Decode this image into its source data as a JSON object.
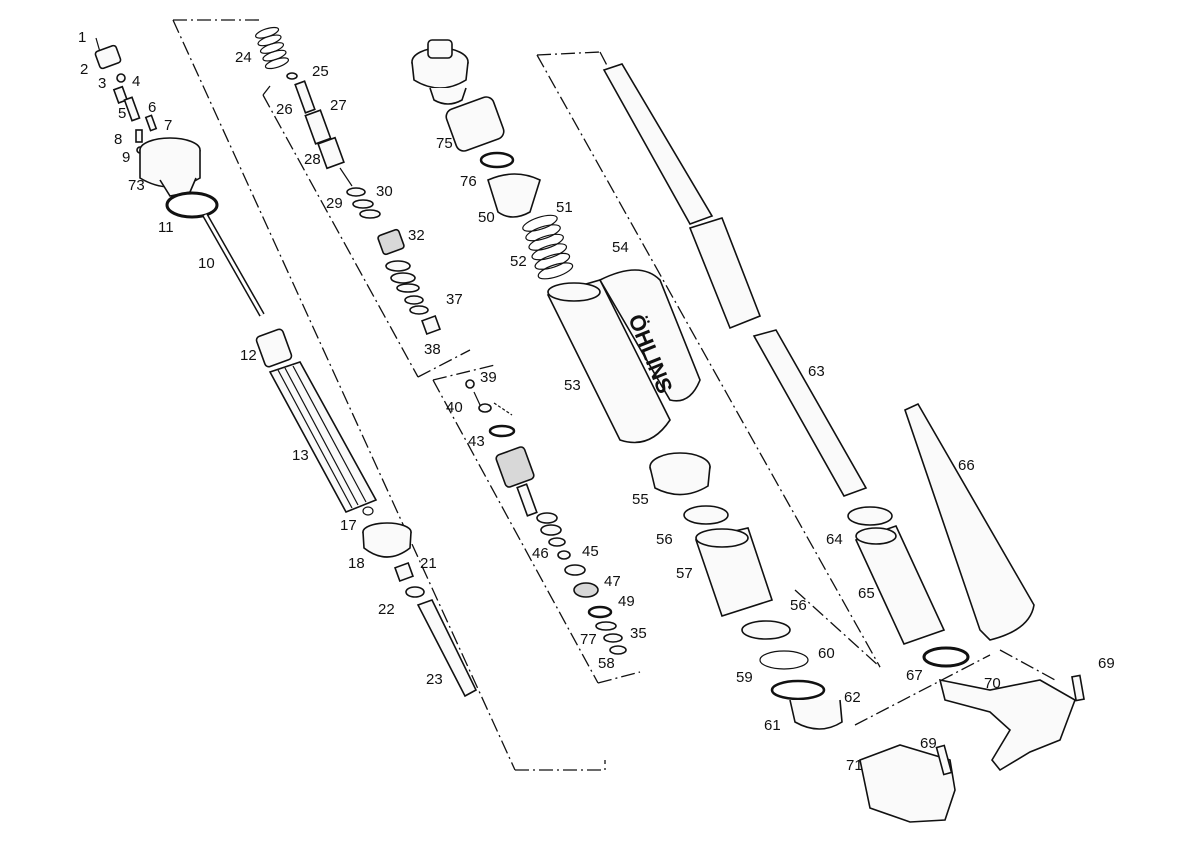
{
  "brand_text": "ÖHLINS",
  "part_numbers": [
    "1",
    "2",
    "3",
    "4",
    "5",
    "6",
    "7",
    "8",
    "9",
    "73",
    "11",
    "10",
    "12",
    "13",
    "17",
    "18",
    "21",
    "22",
    "23",
    "24",
    "25",
    "26",
    "27",
    "28",
    "29",
    "30",
    "32",
    "37",
    "38",
    "39",
    "40",
    "43",
    "46",
    "45",
    "47",
    "49",
    "77",
    "35",
    "58",
    "75",
    "76",
    "50",
    "51",
    "52",
    "54",
    "53",
    "55",
    "56",
    "57",
    "56",
    "59",
    "60",
    "61",
    "62",
    "63",
    "64",
    "65",
    "66",
    "67",
    "70",
    "69",
    "69",
    "71"
  ]
}
